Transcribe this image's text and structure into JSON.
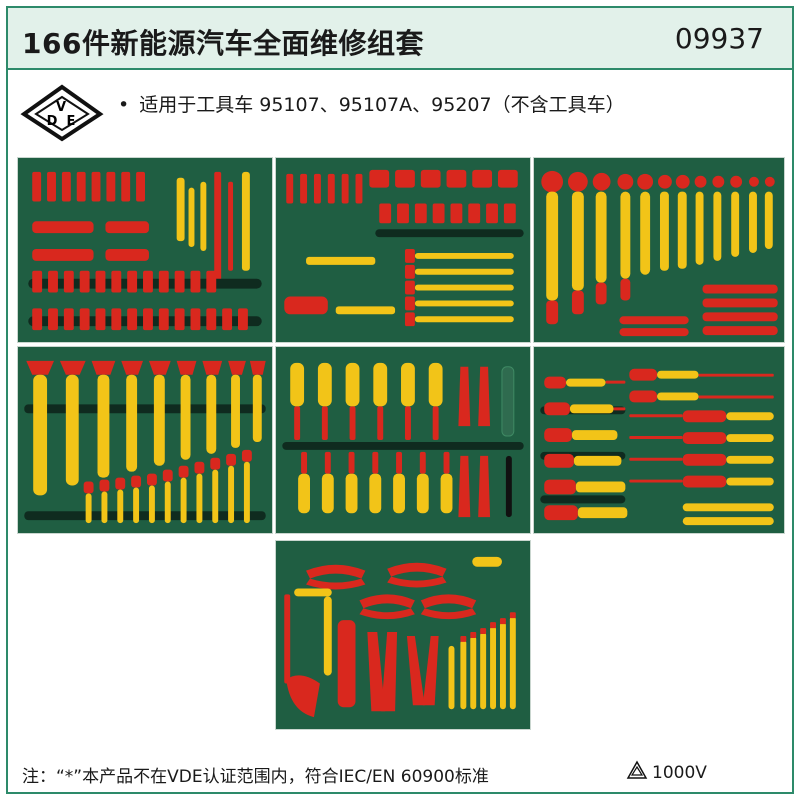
{
  "header": {
    "title": "166件新能源汽车全面维修组套",
    "code": "09937"
  },
  "logo": {
    "letters": "VDE"
  },
  "info": {
    "bullet": "•",
    "line": "适用于工具车 95107、95107A、95207（不含工具车）"
  },
  "trays": [
    {
      "name": "socket-ratchet-tray"
    },
    {
      "name": "socket-extension-tray"
    },
    {
      "name": "ring-wrench-tray"
    },
    {
      "name": "open-wrench-tray"
    },
    {
      "name": "nut-driver-tray"
    },
    {
      "name": "screwdriver-tray"
    },
    {
      "name": "pliers-tray"
    }
  ],
  "footer": {
    "note": "注：“*”本产品不在VDE认证范围内，符合IEC/EN 60900标准",
    "voltage": "1000V"
  },
  "colors": {
    "accent": "#2d8a6a",
    "header_bg": "#e2f1ea",
    "tray_bg": "#1f5e42",
    "tool_red": "#d9281e",
    "tool_yellow": "#f2c418"
  }
}
